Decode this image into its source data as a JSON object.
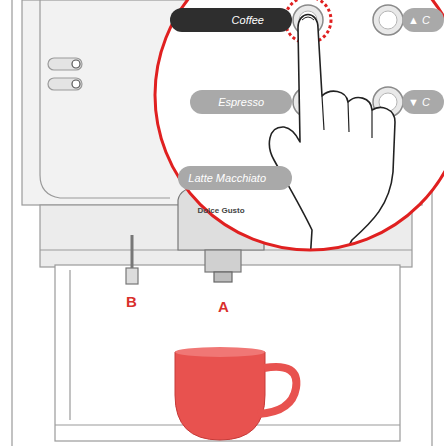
{
  "diagram": {
    "nodes": [
      {
        "text": [
          "Coffee"
        ]
      },
      {
        "text": [
          "▲ C"
        ]
      },
      {
        "text": [
          "Espresso"
        ]
      },
      {
        "text": [
          "▼ C"
        ]
      },
      {
        "text": [
          "Latte Macchiato"
        ]
      }
    ],
    "labels": [
      "B",
      "A",
      "Dolce Gusto"
    ]
  }
}
